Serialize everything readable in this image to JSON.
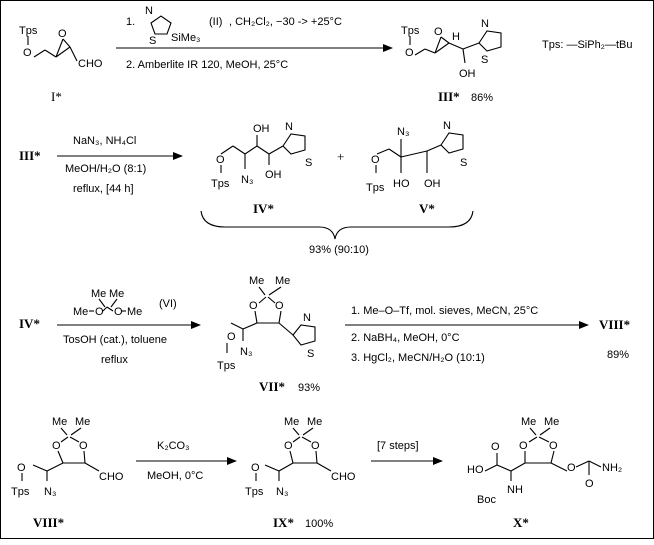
{
  "tps_definition": "Tps: —SiPh₂—tBu",
  "atoms": {
    "tps": "Tps",
    "o": "O",
    "oh": "OH",
    "n3": "N₃",
    "n": "N",
    "s": "S",
    "cho": "CHO",
    "me": "Me",
    "sime3": "SiMe₃",
    "ho": "HO",
    "nh": "NH",
    "boc": "Boc",
    "nh2": "NH₂"
  },
  "step1": {
    "cond1_prefix": "1.",
    "reagent_id": "(II)",
    "cond1_rest": ", CH₂Cl₂, −30 -> +25°C",
    "cond2": "2. Amberlite IR 120, MeOH, 25°C",
    "start_label": "I*",
    "product_label": "III*",
    "product_yield": "86%"
  },
  "step2": {
    "start_label": "III*",
    "cond1": "NaN₃, NH₄Cl",
    "cond2": "MeOH/H₂O (8:1)",
    "cond3": "reflux, [44 h]",
    "plus": "+",
    "product_a": "IV*",
    "product_b": "V*",
    "combined_yield": "93% (90:10)"
  },
  "step3": {
    "start_label": "IV*",
    "reagent_id": "(VI)",
    "cond1": "TosOH (cat.), toluene",
    "cond2": "reflux",
    "product_label": "VII*",
    "product_yield": "93%",
    "cond_next1": "1. Me–O–Tf, mol. sieves, MeCN, 25°C",
    "cond_next2": "2. NaBH₄, MeOH, 0°C",
    "cond_next3": "3. HgCl₂, MeCN/H₂O (10:1)",
    "next_label": "VIII*",
    "next_yield": "89%"
  },
  "step4": {
    "start_label": "VIII*",
    "cond1": "K₂CO₃",
    "cond2": "MeOH, 0°C",
    "product_label": "IX*",
    "product_yield": "100%",
    "cond_next": "[7 steps]",
    "final_label": "X*"
  }
}
